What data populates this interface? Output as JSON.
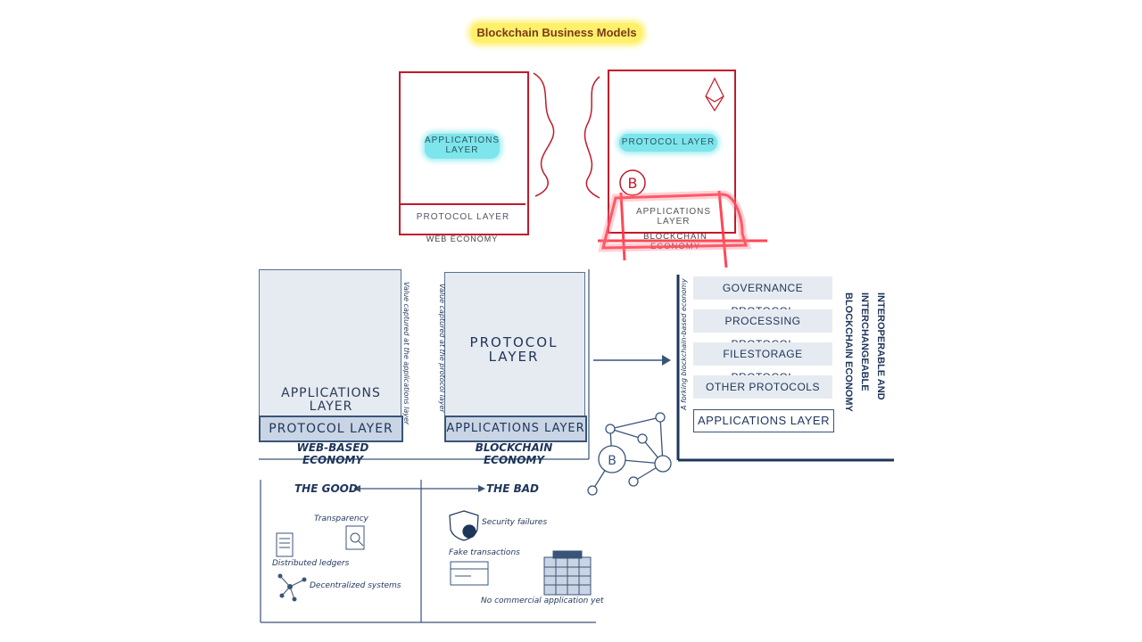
{
  "title": "Blockchain Business Models",
  "top_left": {
    "app_layer": "APPLICATIONS LAYER",
    "protocol_layer": "PROTOCOL LAYER",
    "economy": "WEB ECONOMY"
  },
  "top_right": {
    "protocol_layer": "PROTOCOL LAYER",
    "app_layer": "APPLICATIONS LAYER",
    "economy": "BLOCKCHAIN ECONOMY"
  },
  "middle_left": {
    "app_layer": "APPLICATIONS LAYER",
    "protocol_layer": "PROTOCOL LAYER",
    "economy": "WEB-BASED ECONOMY",
    "value_note": "Value captured at the applications layer"
  },
  "middle_center": {
    "protocol_layer": "PROTOCOL LAYER",
    "app_layer": "APPLICATIONS LAYER",
    "economy": "BLOCKCHAIN ECONOMY",
    "value_note": "Value captured at the protocol layer"
  },
  "right_stack": {
    "items": [
      "GOVERNANCE PROTOCOL",
      "PROCESSING PROTOCOL",
      "FILESTORAGE PROTOCOL",
      "OTHER PROTOCOLS"
    ],
    "app_layer": "APPLICATIONS LAYER",
    "axis_note": "A forking blockchain-based economy",
    "side_title_1": "INTEROPERABLE AND",
    "side_title_2": "INTERCHANGEABLE",
    "side_title_3": "BLOCKCHAIN ECONOMY"
  },
  "good_bad": {
    "good_title": "THE GOOD",
    "bad_title": "THE BAD",
    "good_items": [
      "Transparency",
      "Distributed ledgers",
      "Decentralized systems"
    ],
    "bad_items": [
      "Security failures",
      "Fake transactions",
      "No commercial application yet"
    ]
  },
  "colors": {
    "highlight_yellow": "#fff06a",
    "highlight_teal": "#7de5ec",
    "accent_red": "#c21a2a",
    "ink_blue": "#1e355a",
    "block_gray": "#e6ebf1"
  }
}
